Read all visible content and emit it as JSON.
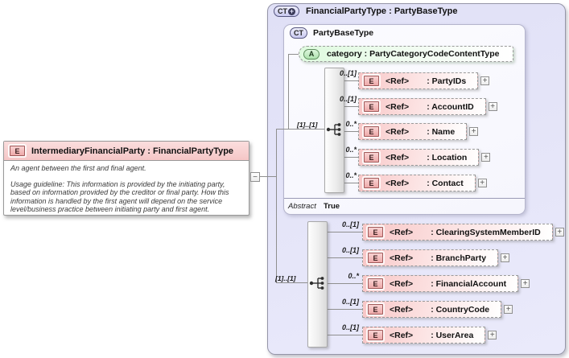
{
  "icons": {
    "expand": "+",
    "collapse": "−",
    "ct_plus": "+"
  },
  "ref_label": "<Ref>",
  "left_element": {
    "badge": "E",
    "title": "IntermediaryFinancialParty : FinancialPartyType",
    "annotation": "An agent between the first and final agent.",
    "usage_guideline": "Usage guideline: This information is provided by the initiating party, based on information provided by the creditor or final party. How this information is handled by the first agent will depend on the service level/business practice between initiating party and first agent."
  },
  "financial_party_type": {
    "badge": "CT",
    "title": "FinancialPartyType : PartyBaseType",
    "base": {
      "badge": "CT",
      "title": "PartyBaseType",
      "attribute": {
        "badge": "A",
        "label": "category : PartyCategoryCodeContentType"
      },
      "sequence_cardinality": "[1]..[1]",
      "elements": [
        {
          "cardinality": "0..[1]",
          "badge": "E",
          "name": ": PartyIDs"
        },
        {
          "cardinality": "0..[1]",
          "badge": "E",
          "name": ": AccountID"
        },
        {
          "cardinality": "0..*",
          "badge": "E",
          "name": ": Name"
        },
        {
          "cardinality": "0..*",
          "badge": "E",
          "name": ": Location"
        },
        {
          "cardinality": "0..*",
          "badge": "E",
          "name": ": Contact"
        }
      ],
      "abstract_label": "Abstract",
      "abstract_value": "True"
    },
    "sequence_cardinality": "[1]..[1]",
    "elements": [
      {
        "cardinality": "0..[1]",
        "badge": "E",
        "name": ": ClearingSystemMemberID"
      },
      {
        "cardinality": "0..[1]",
        "badge": "E",
        "name": ": BranchParty"
      },
      {
        "cardinality": "0..*",
        "badge": "E",
        "name": ": FinancialAccount"
      },
      {
        "cardinality": "0..[1]",
        "badge": "E",
        "name": ": CountryCode"
      },
      {
        "cardinality": "0..[1]",
        "badge": "E",
        "name": ": UserArea"
      }
    ]
  },
  "colors": {
    "outer_fill": "#e3e3f7",
    "element_pink": "#f8c6c6",
    "attribute_green": "#ddf6dd",
    "line": "#8f8f8f"
  }
}
